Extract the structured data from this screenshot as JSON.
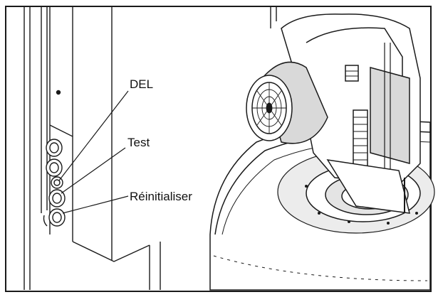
{
  "diagram": {
    "callouts": [
      {
        "id": "led",
        "text": "DEL"
      },
      {
        "id": "test",
        "text": "Test"
      },
      {
        "id": "reset",
        "text": "Réinitialiser"
      }
    ],
    "colors": {
      "line": "#1a1a1a",
      "shade": "#d9d9d9",
      "background": "#ffffff"
    }
  }
}
